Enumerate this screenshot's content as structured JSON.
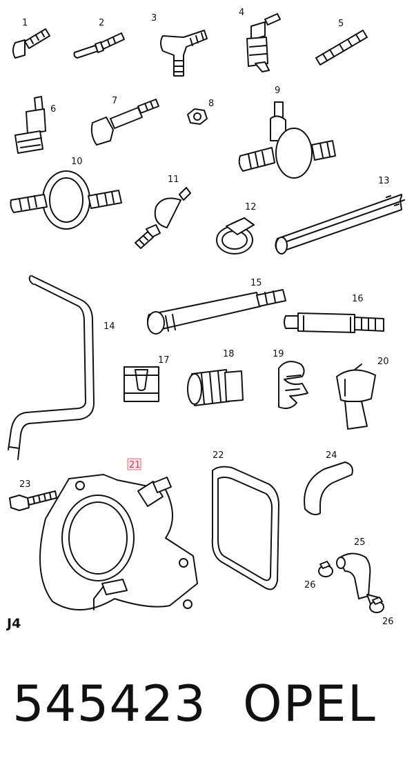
{
  "diagram": {
    "sheet_code": "J4",
    "highlighted_callout": "21",
    "highlight_color": "#e0707e",
    "callouts": [
      "1",
      "2",
      "3",
      "4",
      "5",
      "6",
      "7",
      "8",
      "9",
      "10",
      "11",
      "12",
      "13",
      "14",
      "15",
      "16",
      "17",
      "18",
      "19",
      "20",
      "21",
      "22",
      "23",
      "24",
      "25",
      "26",
      "26"
    ]
  },
  "footer": {
    "part_number": "545423",
    "brand": "OPEL"
  }
}
